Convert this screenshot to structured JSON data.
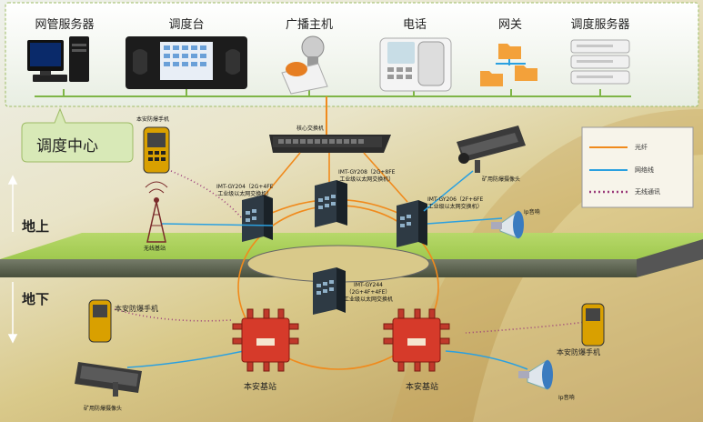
{
  "dispatch_center": {
    "title": "调度中心",
    "devices": [
      {
        "label": "网管服务器",
        "icon": "computer-icon"
      },
      {
        "label": "调度台",
        "icon": "dispatch-console-icon"
      },
      {
        "label": "广播主机",
        "icon": "broadcast-host-icon"
      },
      {
        "label": "电话",
        "icon": "phone-icon"
      },
      {
        "label": "网关",
        "icon": "gateway-icon"
      },
      {
        "label": "调度服务器",
        "icon": "server-icon"
      }
    ]
  },
  "core_switch": {
    "label": "核心交换机"
  },
  "zones": {
    "above": "地上",
    "below": "地下"
  },
  "above_ground": {
    "phone": "本安防爆手机",
    "wireless_station": "无线基站",
    "switch_left": {
      "line1": "IMT-GY204（2G+4FE",
      "line2": "工业级以太网交换机）"
    },
    "switch_mid": {
      "line1": "IMT-GY208（2G+8FE",
      "line2": "工业级以太网交换机）"
    },
    "switch_right": {
      "line1": "IMT-GY206（2F+6FE",
      "line2": "工业级以太网交换机）"
    },
    "camera": "矿用防爆摄像头",
    "speaker": "Ip音响"
  },
  "below_ground": {
    "switch": {
      "line1": "IMT-GY244",
      "line2": "（2G+4F+4FE）",
      "line3": "工业级以太网交换机"
    },
    "phone_left": "本安防爆手机",
    "phone_right": "本安防爆手机",
    "station_left": "本安基站",
    "station_right": "本安基站",
    "camera": "矿用防爆摄像头",
    "speaker": "Ip音响"
  },
  "legend": {
    "items": [
      {
        "label": "光纤",
        "color": "#f08a1c",
        "style": "solid"
      },
      {
        "label": "网络线",
        "color": "#2aa0e0",
        "style": "solid"
      },
      {
        "label": "无线通讯",
        "color": "#9a3a7a",
        "style": "dotted"
      }
    ]
  }
}
